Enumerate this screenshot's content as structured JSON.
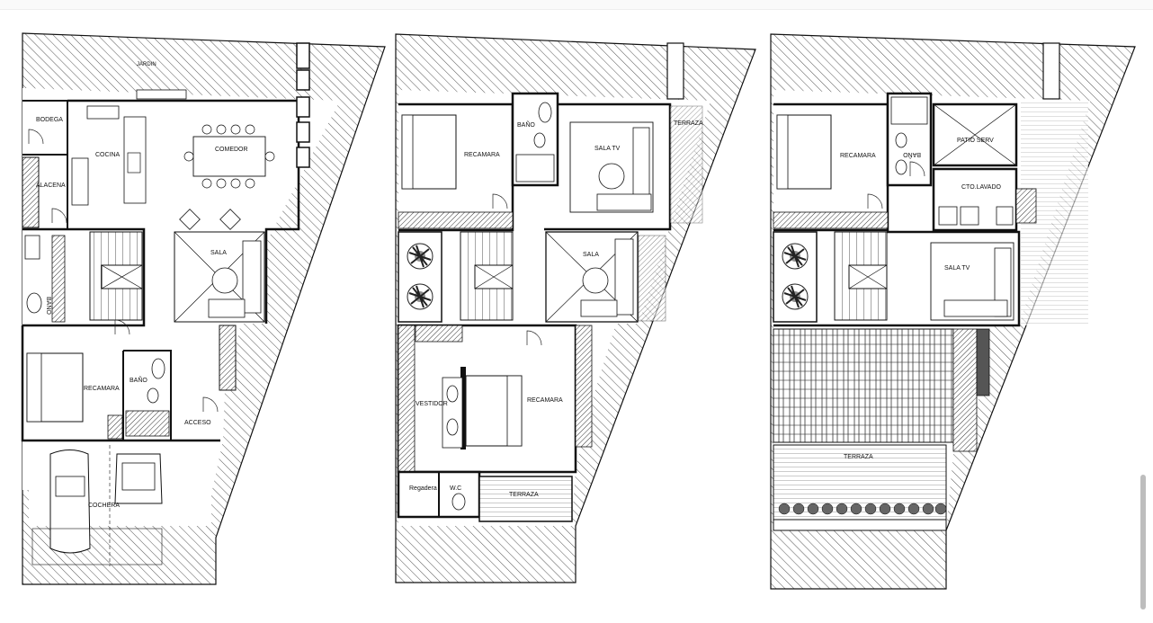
{
  "plans": {
    "ground": {
      "labels": {
        "jardin": "JARDIN",
        "bodega": "BODEGA",
        "cocina": "COCINA",
        "comedor": "COMEDOR",
        "alacena": "ALACENA",
        "sala": "SALA",
        "bano_left": "BAÑO",
        "recamara": "RECAMARA",
        "bano_center": "BAÑO",
        "acceso": "ACCESO",
        "cochera": "COCHERA"
      }
    },
    "first": {
      "labels": {
        "recamara": "RECAMARA",
        "bano": "BAÑO",
        "sala_tv": "SALA TV",
        "terraza_top": "TERRAZA",
        "sala": "SALA",
        "vestidor": "VESTIDOR",
        "recamara_main": "RECAMARA",
        "regadera": "Regadera",
        "wc": "W.C",
        "terraza_bottom": "TERRAZA"
      }
    },
    "second": {
      "labels": {
        "recamara": "RECAMARA",
        "bano": "BAÑO",
        "patio_serv": "PATIO SERV",
        "cto_lavado": "CTO.LAVADO",
        "sala_tv": "SALA TV",
        "terraza": "TERRAZA"
      }
    }
  },
  "colors": {
    "line": "#111111",
    "hatch": "#555555",
    "background": "#ffffff"
  }
}
